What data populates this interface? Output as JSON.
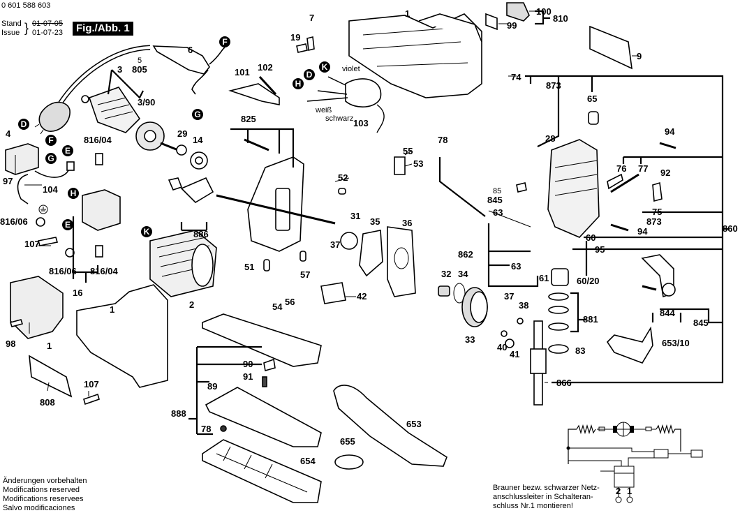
{
  "header": {
    "doc_number": "0 601 588 603",
    "stand_label": "Stand",
    "issue_label": "Issue",
    "stand_date_struck": "01-07-05",
    "issue_date": "01-07-23",
    "figure_label": "Fig./Abb. 1"
  },
  "footer_left": [
    "Änderungen vorbehalten",
    "Modifications reserved",
    "Modifications reservees",
    "Salvo modificaciones"
  ],
  "wiring_note": [
    "Brauner bezw. schwarzer Netz-",
    "anschlussleiter in Schalteran-",
    "schluss Nr.1 montieren!"
  ],
  "wiring_terminals": [
    "2",
    "1"
  ],
  "wire_color_labels": {
    "violet": "violet",
    "weiss": "weiß",
    "schwarz": "schwarz"
  },
  "connector_badges": [
    "F",
    "G",
    "D",
    "F",
    "G",
    "E",
    "H",
    "E",
    "K",
    "K",
    "D",
    "H"
  ],
  "part_labels": {
    "p1a": "1",
    "p1b": "1",
    "p1c": "1",
    "p2": "2",
    "p3": "3",
    "p3_90": "3/90",
    "p4": "4",
    "p5": "5",
    "p805": "805",
    "p6": "6",
    "p7": "7",
    "p9": "9",
    "p14": "14",
    "p16": "16",
    "p19": "19",
    "p28": "28",
    "p29": "29",
    "p31": "31",
    "p32": "32",
    "p33": "33",
    "p34": "34",
    "p35": "35",
    "p36": "36",
    "p37a": "37",
    "p37b": "37",
    "p38": "38",
    "p40": "40",
    "p41": "41",
    "p42": "42",
    "p51": "51",
    "p52": "52",
    "p53": "53",
    "p54": "54",
    "p55": "55",
    "p56": "56",
    "p57": "57",
    "p60": "60",
    "p60_20": "60/20",
    "p61": "61",
    "p63a": "63",
    "p63b": "63",
    "p65": "65",
    "p74": "74",
    "p75": "75",
    "p76": "76",
    "p77": "77",
    "p78a": "78",
    "p78b": "78",
    "p83": "83",
    "p85": "85",
    "p89": "89",
    "p90": "90",
    "p91": "91",
    "p92": "92",
    "p94a": "94",
    "p94b": "94",
    "p95": "95",
    "p97": "97",
    "p98": "98",
    "p99": "99",
    "p100": "100",
    "p101": "101",
    "p102": "102",
    "p103": "103",
    "p104": "104",
    "p107a": "107",
    "p107b": "107",
    "p653": "653",
    "p653_10": "653/10",
    "p654": "654",
    "p655": "655",
    "p808": "808",
    "p810": "810",
    "p816_04a": "816/04",
    "p816_04b": "816/04",
    "p816_06a": "816/06",
    "p816_06b": "816/06",
    "p825": "825",
    "p844": "844",
    "p845a": "845",
    "p845b": "845",
    "p860": "860",
    "p862": "862",
    "p866": "866",
    "p873a": "873",
    "p873b": "873",
    "p881": "881",
    "p886": "886",
    "p888": "888"
  }
}
